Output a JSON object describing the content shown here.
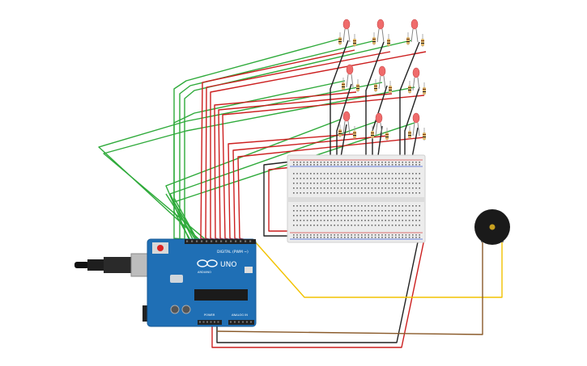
{
  "arduino": {
    "brand": "UNO",
    "sublabel": "ARDUINO",
    "digital_label": "DIGITAL (PWM ~)",
    "power_label": "POWER",
    "analog_label": "ANALOG IN"
  },
  "colors": {
    "wire_red": "#cc1f1f",
    "wire_green": "#2eaa3a",
    "wire_black": "#222222",
    "wire_yellow": "#f2c200",
    "wire_brown": "#8a5a2a",
    "board": "#1f6fb5",
    "breadboard": "#ececec",
    "led": "#ef6b6b",
    "buzzer": "#1a1a1a"
  },
  "components": {
    "leds": 9,
    "resistors": 9,
    "buzzer": 1,
    "breadboard": 1,
    "board": 1
  }
}
